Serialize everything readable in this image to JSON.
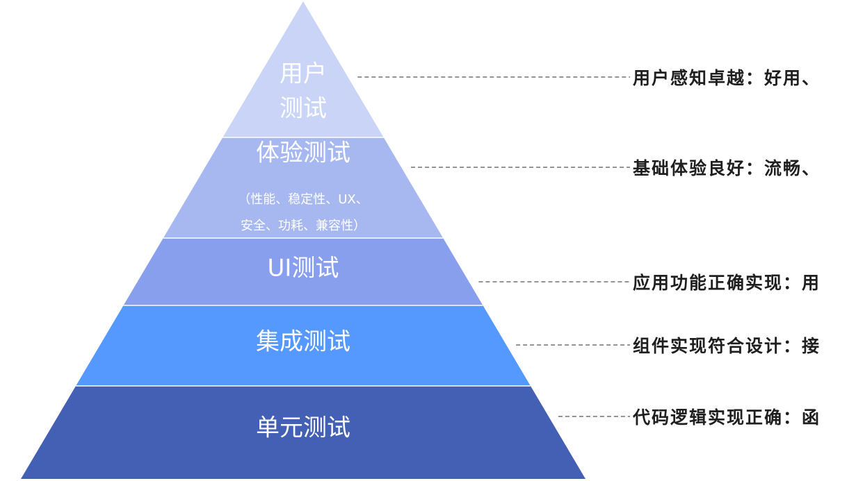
{
  "diagram": {
    "colors": {
      "tier1": "#c9d4f6",
      "tier2": "#a7b8f1",
      "tier3": "#889fee",
      "tier4": "#5599ff",
      "tier5": "#4360b5"
    },
    "tiers": [
      {
        "id": "user-test",
        "label_lines": [
          "用户",
          "测试"
        ],
        "sub_lines": [],
        "annotation": "用户感知卓越：好用、"
      },
      {
        "id": "experience-test",
        "label_lines": [
          "体验测试"
        ],
        "sub_lines": [
          "（性能、稳定性、UX、",
          "安全、功耗、兼容性）"
        ],
        "annotation": "基础体验良好：流畅、"
      },
      {
        "id": "ui-test",
        "label_lines": [
          "UI测试"
        ],
        "sub_lines": [],
        "annotation": "应用功能正确实现：用"
      },
      {
        "id": "integration-test",
        "label_lines": [
          "集成测试"
        ],
        "sub_lines": [],
        "annotation": "组件实现符合设计：接"
      },
      {
        "id": "unit-test",
        "label_lines": [
          "单元测试"
        ],
        "sub_lines": [],
        "annotation": "代码逻辑实现正确：函"
      }
    ]
  }
}
